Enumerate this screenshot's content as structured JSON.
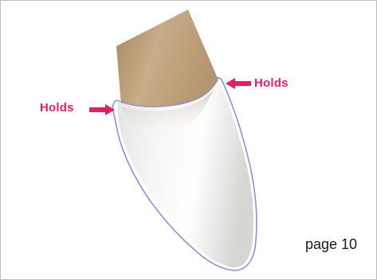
{
  "diagram": {
    "left_label": "Holds",
    "right_label": "Holds"
  },
  "footer": {
    "page_label": "page 10"
  },
  "colors": {
    "label_accent": "#e61e63",
    "crown_outline": "#8a93d8",
    "abutment": "#b89c78"
  }
}
